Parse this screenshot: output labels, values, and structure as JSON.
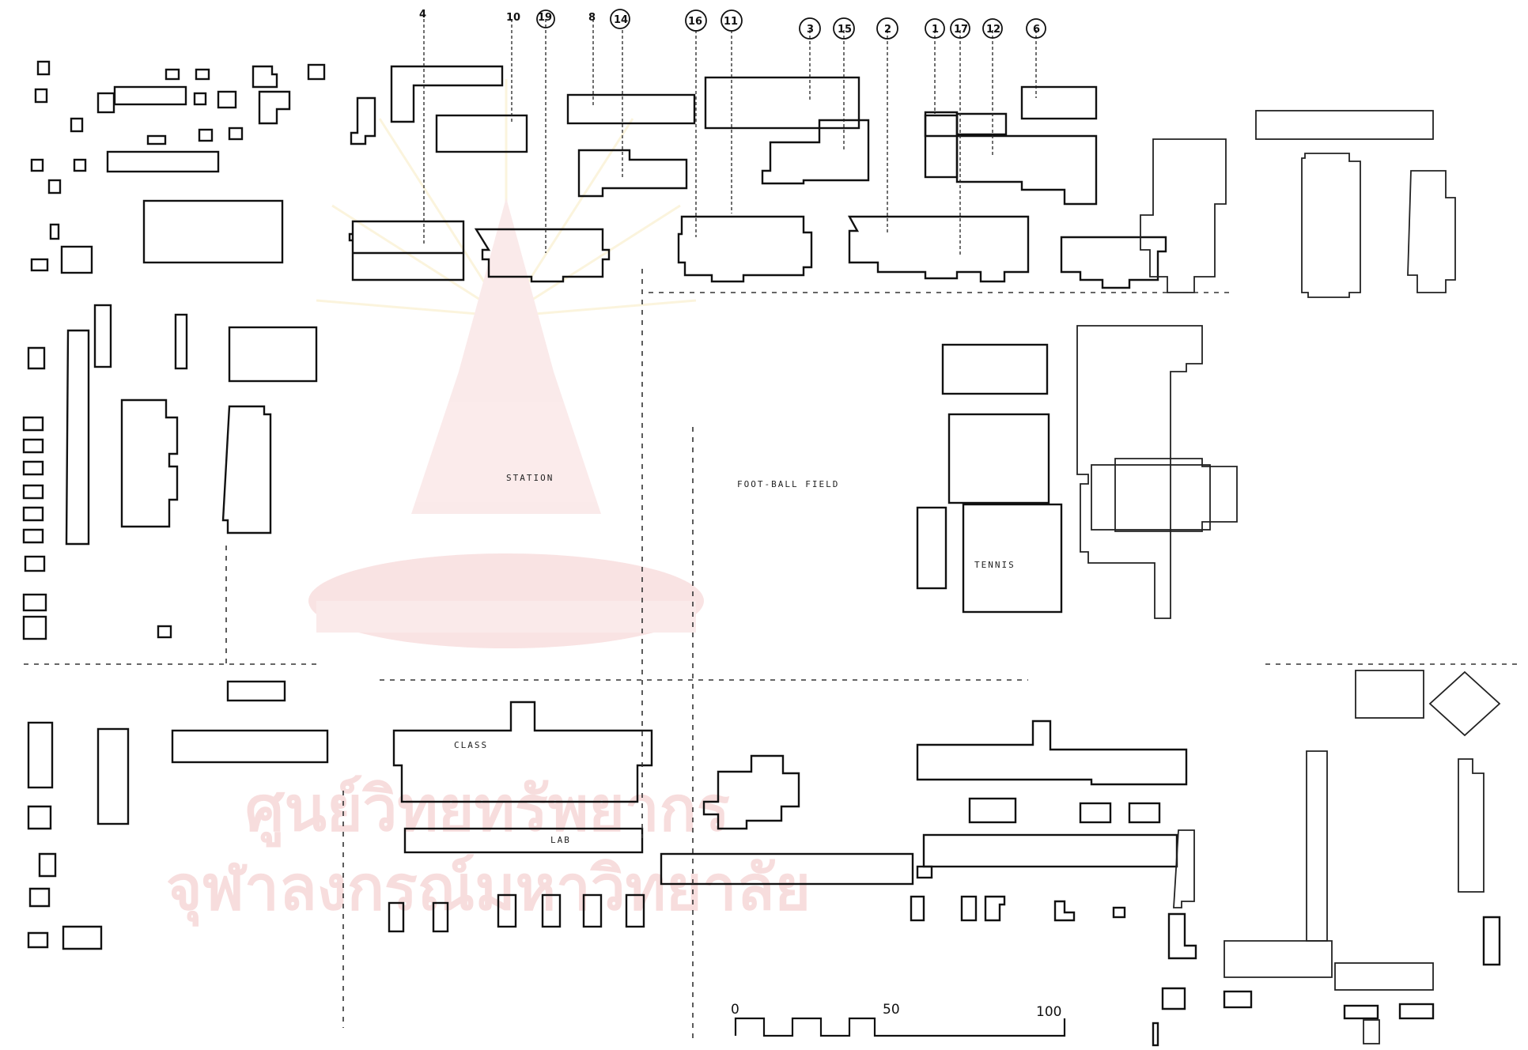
{
  "watermark": {
    "line1": "ศูนย์วิทยทรัพยากร",
    "line2": "จุฬาลงกรณ์มหาวิทยาลัย",
    "emblem_color": "#f0b0b0",
    "emblem_glow_color": "#f5e2a0"
  },
  "building_numbers": [
    "4",
    "10",
    "19",
    "8",
    "14",
    "16",
    "11",
    "3",
    "15",
    "2",
    "1",
    "17",
    "12",
    "6"
  ],
  "labels": {
    "station": "STATION",
    "football": "FOOT-BALL FIELD",
    "tennis": "TENNIS",
    "class": "CLASS",
    "lab": "LAB"
  },
  "scale": {
    "marks": [
      "0",
      "50",
      "100"
    ]
  },
  "colors": {
    "ink": "#111111",
    "paper": "#ffffff"
  }
}
